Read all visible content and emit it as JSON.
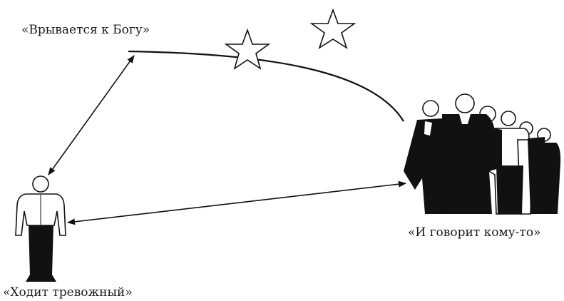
{
  "labels": {
    "god": "«Врывается к Богу»",
    "person": "«Ходит тревожный»",
    "crowd": "«И говорит кому-то»"
  },
  "colors": {
    "ink": "#111111",
    "paper": "#ffffff"
  }
}
